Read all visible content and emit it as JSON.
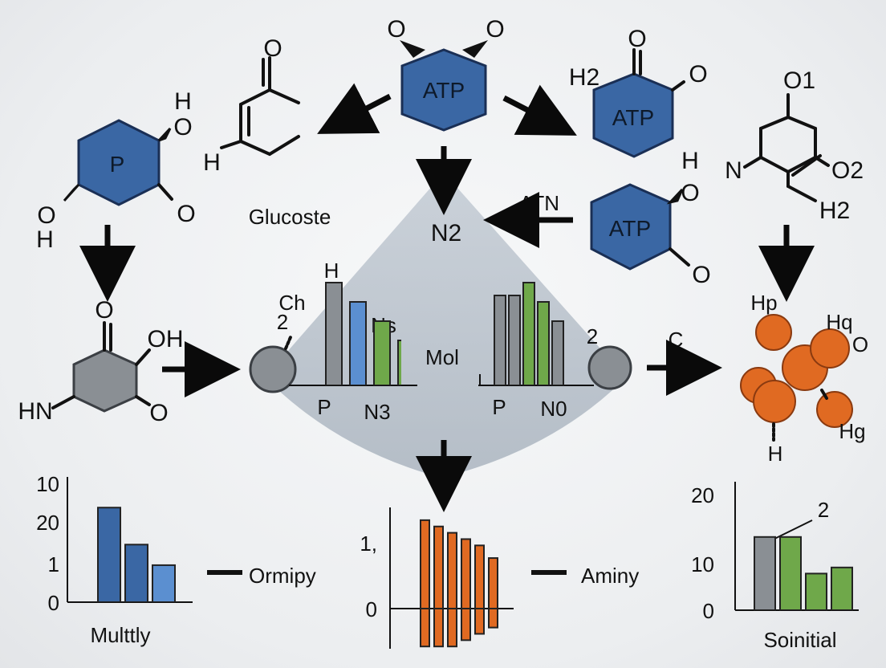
{
  "top": {
    "atp_center": "ATP",
    "oxygen_left": "O",
    "oxygen_right": "O"
  },
  "left_ring": {
    "label": "P",
    "h_top": "H",
    "oh_top": "O",
    "oh_left": "O",
    "h_left": "H",
    "o_right": "O"
  },
  "glucose": {
    "name": "Glucoste",
    "o_top": "O",
    "h_bottom": "H"
  },
  "atp_right_top": {
    "label": "ATP",
    "h2": "H2",
    "o_top": "O",
    "o_right": "O"
  },
  "atp_right_mid": {
    "label": "ATP",
    "h": "H",
    "o_top": "O",
    "o_bottom": "O",
    "arrow_label": "ATN"
  },
  "far_right_ring": {
    "o1": "O1",
    "n": "N",
    "o2": "O2",
    "h2": "H2"
  },
  "center": {
    "n2": "N2",
    "mol": "Mol",
    "ch": "Ch",
    "two_left": "2",
    "two_right": "2",
    "h_top": "H",
    "ns": "Ns",
    "p_left": "P",
    "n3": "N3",
    "p_right": "P",
    "n0": "N0"
  },
  "amide": {
    "o_top": "O",
    "oh": "OH",
    "hn": "HN",
    "o_right": "O"
  },
  "right_cluster": {
    "c_label": "C",
    "hp": "Hp",
    "hq": "Hq",
    "o": "O",
    "hg": "Hg",
    "h": "H"
  },
  "colors": {
    "hex_blue": "#3a67a4",
    "hex_stroke": "#1a2f55",
    "gray_shape": "#8a8f94",
    "green": "#6fa84a",
    "orange": "#e06a22",
    "fan": "#b6bfc9"
  },
  "chart_data": [
    {
      "type": "bar",
      "title": "Multtly",
      "legend_label": "Ormipy",
      "ytick_labels": [
        "10",
        "20",
        "1",
        "0"
      ],
      "values": [
        23,
        14,
        9
      ],
      "colors": [
        "#3a67a4",
        "#3a67a4",
        "#5b8fd0"
      ]
    },
    {
      "type": "bar",
      "title": "",
      "legend_label": "Aminy",
      "ytick_labels": [
        "1,",
        "0"
      ],
      "values": [
        14,
        13,
        12,
        11,
        10,
        8
      ],
      "negative_values": [
        -6,
        -6,
        -6,
        -5,
        -4,
        -3
      ],
      "colors": [
        "#e06a22"
      ]
    },
    {
      "type": "bar",
      "title": "Soinitial",
      "annotation": "2",
      "ytick_labels": [
        "20",
        "10",
        "0"
      ],
      "values": [
        12,
        12,
        6,
        7
      ],
      "colors": [
        "#8a8f94",
        "#6fa84a",
        "#6fa84a",
        "#6fa84a"
      ]
    },
    {
      "type": "bar",
      "title": "",
      "values": [
        16,
        13,
        10,
        7
      ],
      "colors": [
        "#8a8f94",
        "#5b8fd0",
        "#6fa84a",
        "#6fa84a"
      ]
    },
    {
      "type": "bar",
      "title": "",
      "values": [
        14,
        14,
        16,
        13,
        10
      ],
      "colors": [
        "#8a8f94",
        "#8a8f94",
        "#6fa84a",
        "#6fa84a",
        "#8a8f94"
      ]
    }
  ]
}
